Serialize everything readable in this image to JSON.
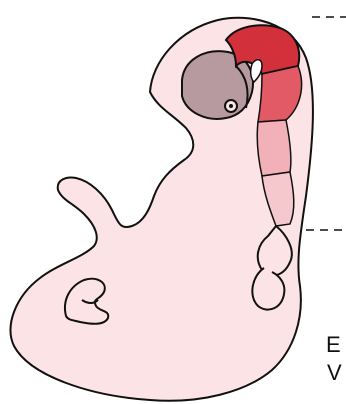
{
  "labels": {
    "e": "E",
    "v": "V"
  },
  "colors": {
    "outline": "#111111",
    "body_fill": "#fbe3e6",
    "optic_cup": "#b79aa0",
    "lens_region": "#c9a3aa",
    "brain_dark": "#d2313c",
    "brain_medium": "#e15a65",
    "spinal_upper": "#f2b1b8",
    "spinal_lower": "#f5c8cd",
    "yolk_like_bulge": "#fbe3e6"
  },
  "marker_lines": {
    "style": "dashed"
  }
}
